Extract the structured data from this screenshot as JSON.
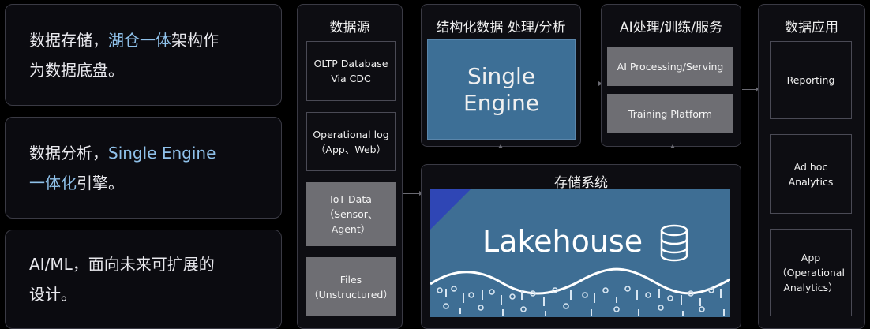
{
  "features": [
    {
      "line1_a": "数据存储，",
      "line1_hl": "湖仓一体",
      "line1_b": "架构作",
      "line2": "为数据底盘。"
    },
    {
      "line1_a": "数据分析，",
      "line1_hl": "Single Engine",
      "line2_hl": "一体化",
      "line2_b": "引擎。"
    },
    {
      "line1": "AI/ML，面向未来可扩展的",
      "line2": "设计。"
    }
  ],
  "sources": {
    "title": "数据源",
    "items": [
      {
        "l1": "OLTP Database",
        "l2": "Via CDC"
      },
      {
        "l1": "Operational log",
        "l2": "（App、Web）"
      },
      {
        "l1": "IoT Data",
        "l2": "（Sensor、",
        "l3": "Agent）"
      },
      {
        "l1": "Files",
        "l2": "（Unstructured）"
      }
    ]
  },
  "processing": {
    "title": "结构化数据 处理/分析",
    "engine": "Single Engine"
  },
  "ai": {
    "title": "AI处理/训练/服务",
    "items": [
      "AI Processing/Serving",
      "Training Platform"
    ]
  },
  "storage": {
    "title": "存储系统",
    "lakehouse": "Lakehouse",
    "icon": "database-icon"
  },
  "apps": {
    "title": "数据应用",
    "items": [
      {
        "l1": "Reporting"
      },
      {
        "l1": "Ad hoc",
        "l2": "Analytics"
      },
      {
        "l1": "App",
        "l2": "（Operational",
        "l3": "Analytics）"
      }
    ]
  },
  "colors": {
    "engine_blue": "#3d6f96",
    "lake_blue": "#3e6e94",
    "accent_text": "#8fc1ea",
    "corner": "#2f46b5"
  }
}
